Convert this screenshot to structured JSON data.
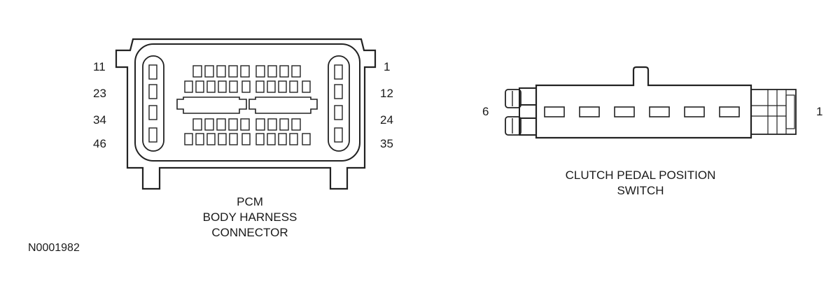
{
  "pcm_connector": {
    "caption_lines": [
      "PCM",
      "BODY HARNESS",
      "CONNECTOR"
    ],
    "left_pin_labels": [
      "11",
      "23",
      "34",
      "46"
    ],
    "right_pin_labels": [
      "1",
      "12",
      "24",
      "35"
    ]
  },
  "clutch_switch": {
    "caption_lines": [
      "CLUTCH PEDAL POSITION",
      "SWITCH"
    ],
    "left_pin_label": "6",
    "right_pin_label": "1"
  },
  "figure_code": "N0001982"
}
